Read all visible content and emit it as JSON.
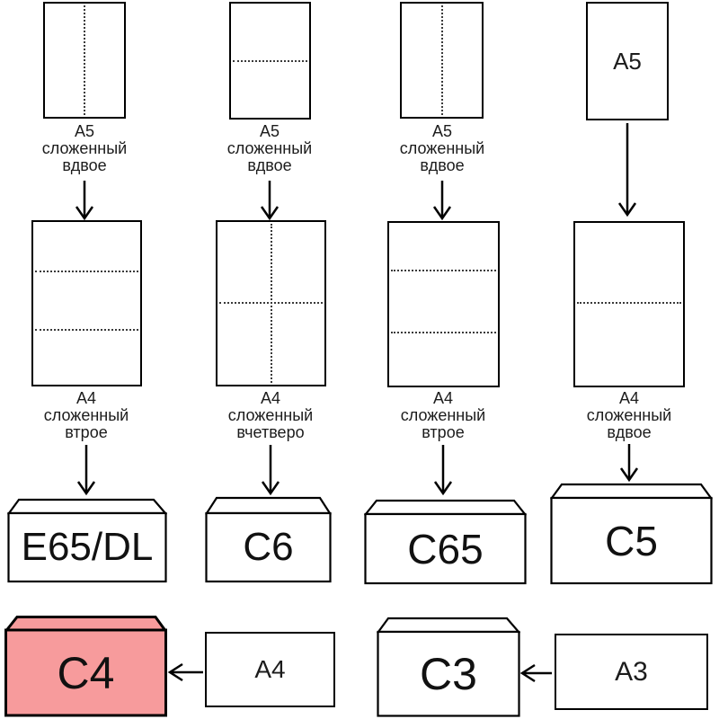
{
  "diagram": "paper-folding-to-envelope-sizes",
  "colors": {
    "highlight_fill": "#f79b9c",
    "stroke": "#000000",
    "paper_fill": "#ffffff",
    "fold_line": "#3a3a3a",
    "text": "#1c1c1c"
  },
  "row1": {
    "papers": [
      {
        "fold": "vertical-half",
        "caption": [
          "А5",
          "сложенный",
          "вдвое"
        ]
      },
      {
        "fold": "horizontal-half",
        "caption": [
          "А5",
          "сложенный",
          "вдвое"
        ]
      },
      {
        "fold": "vertical-half",
        "caption": [
          "А5",
          "сложенный",
          "вдвое"
        ]
      },
      {
        "fold": "none",
        "inner_label": "А5"
      }
    ]
  },
  "row2": {
    "papers": [
      {
        "fold": "thirds-horizontal",
        "caption": [
          "А4",
          "сложенный",
          "втрое"
        ]
      },
      {
        "fold": "quarters-cross",
        "caption": [
          "А4",
          "сложенный",
          "вчетверо"
        ]
      },
      {
        "fold": "thirds-horizontal",
        "caption": [
          "А4",
          "сложенный",
          "втрое"
        ]
      },
      {
        "fold": "half-horizontal",
        "caption": [
          "А4",
          "сложенный",
          "вдвое"
        ]
      }
    ]
  },
  "envelopes": [
    {
      "label": "E65/DL",
      "highlighted": false
    },
    {
      "label": "C6",
      "highlighted": false
    },
    {
      "label": "C65",
      "highlighted": false
    },
    {
      "label": "C5",
      "highlighted": false
    }
  ],
  "bottom": {
    "envelopes": [
      {
        "label": "C4",
        "highlighted": true
      },
      {
        "label": "C3",
        "highlighted": false
      }
    ],
    "papers": [
      {
        "label": "А4"
      },
      {
        "label": "А3"
      }
    ]
  }
}
